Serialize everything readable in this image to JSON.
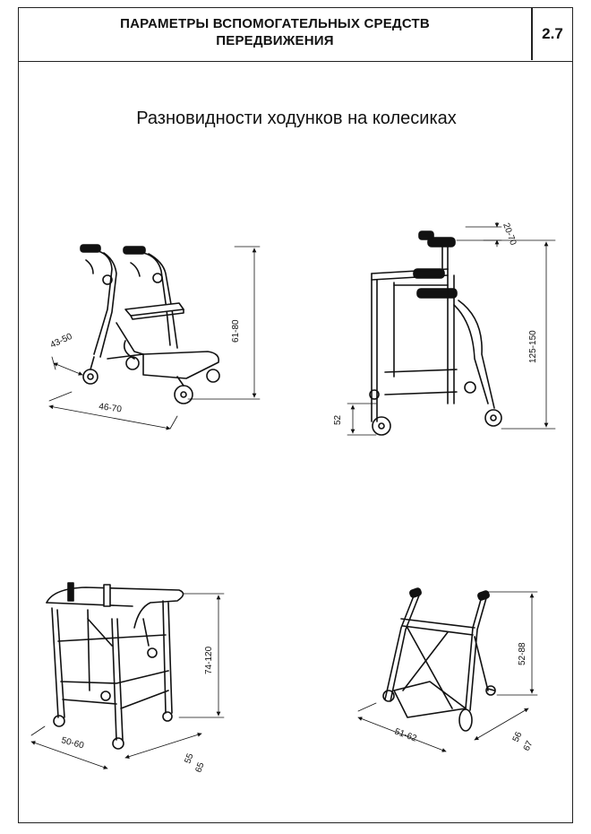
{
  "header": {
    "title_line1": "ПАРАМЕТРЫ ВСПОМОГАТЕЛЬНЫХ СРЕДСТВ",
    "title_line2": "ПЕРЕДВИЖЕНИЯ",
    "section_number": "2.7"
  },
  "subtitle": "Разновидности ходунков на колесиках",
  "figures": {
    "rollator_seat": {
      "height": "61-80",
      "depth": "43-50",
      "width": "46-70"
    },
    "tall_walker": {
      "handle_adjust": "20-70",
      "height": "125-150",
      "wheel": "52"
    },
    "child_walker": {
      "height": "74-120",
      "length": "50-60",
      "width_a": "55",
      "width_b": "65"
    },
    "folding_walker": {
      "height": "52-88",
      "length": "51-62",
      "width_a": "56",
      "width_b": "67"
    }
  }
}
